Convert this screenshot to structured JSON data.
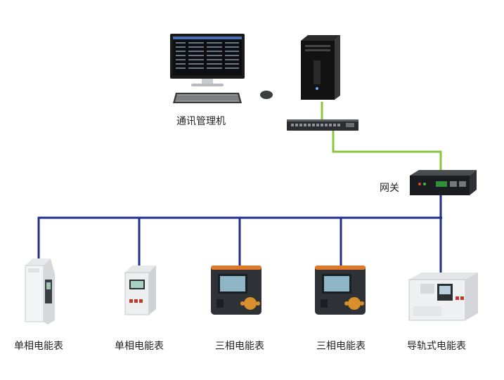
{
  "nodes": {
    "comm_pc": {
      "label": "通讯管理机"
    },
    "gateway": {
      "label": "网关"
    },
    "meters": [
      {
        "label": "单相电能表"
      },
      {
        "label": "单相电能表"
      },
      {
        "label": "三相电能表"
      },
      {
        "label": "三相电能表"
      },
      {
        "label": "导轨式电能表"
      }
    ]
  },
  "colors": {
    "ethernet_link": "#8cc63f",
    "bus_link": "#1f2f8f"
  }
}
